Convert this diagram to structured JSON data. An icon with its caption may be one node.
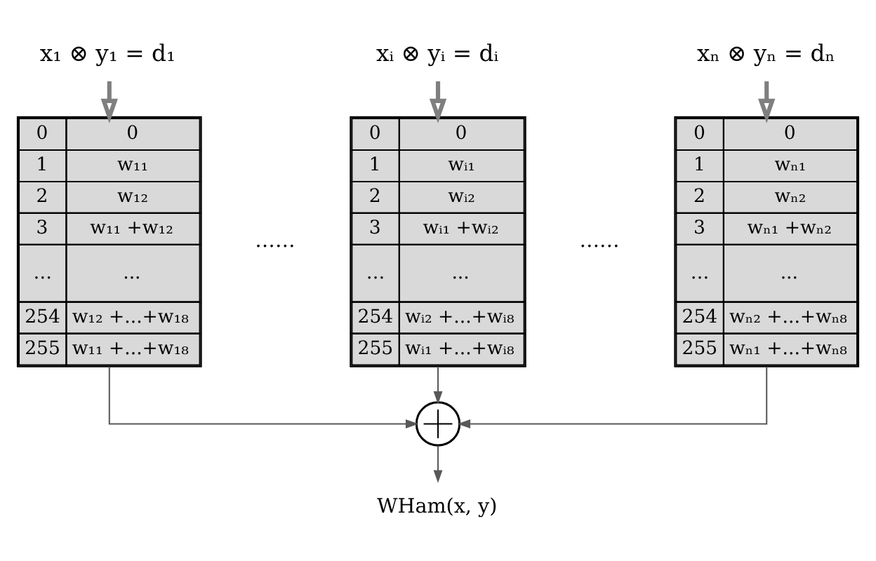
{
  "diagram": {
    "nodes": [
      {
        "text": [
          "x₁ ⊗ y₁ = d₁"
        ]
      },
      {
        "text": [
          "0",
          "0",
          "1",
          "w₁₁",
          "2",
          "w₁₂",
          "3",
          "w₁₁ +w₁₂",
          "…",
          "...",
          "254",
          "w₁₂ +...+w₁₈",
          "255",
          "w₁₁ +...+w₁₈"
        ]
      },
      {
        "text": [
          "xᵢ ⊗ yᵢ = dᵢ"
        ]
      },
      {
        "text": [
          "0",
          "0",
          "1",
          "wᵢ₁",
          "2",
          "wᵢ₂",
          "3",
          "wᵢ₁ +wᵢ₂",
          "…",
          "...",
          "254",
          "wᵢ₂ +...+wᵢ₈",
          "255",
          "wᵢ₁ +...+wᵢ₈"
        ]
      },
      {
        "text": [
          "xₙ ⊗ yₙ = dₙ"
        ]
      },
      {
        "text": [
          "0",
          "0",
          "1",
          "wₙ₁",
          "2",
          "wₙ₂",
          "3",
          "wₙ₁ +wₙ₂",
          "…",
          "...",
          "254",
          "wₙ₂ +...+wₙ₈",
          "255",
          "wₙ₁ +...+wₙ₈"
        ]
      },
      {
        "text": [],
        "shape": "circle"
      },
      {
        "text": [
          "WHam(x, y)"
        ]
      }
    ],
    "edges": [
      {
        "from": 0,
        "to": 1,
        "arrow": "to",
        "style": "thick"
      },
      {
        "from": 2,
        "to": 3,
        "arrow": "to",
        "style": "thick"
      },
      {
        "from": 4,
        "to": 5,
        "arrow": "to",
        "style": "thick"
      },
      {
        "from": 1,
        "to": 6,
        "arrow": "to"
      },
      {
        "from": 3,
        "to": 6,
        "arrow": "to"
      },
      {
        "from": 5,
        "to": 6,
        "arrow": "to"
      },
      {
        "from": 6,
        "to": 7,
        "arrow": "to"
      }
    ],
    "labels": [
      "……",
      "……"
    ]
  }
}
